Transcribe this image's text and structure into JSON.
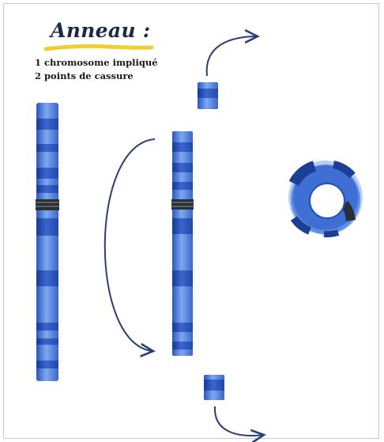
{
  "diagram": {
    "title": "Anneau :",
    "lines": [
      "1 chromosome impliqué",
      "2 points de cassure"
    ],
    "colors": {
      "chromosome_light": "#6b9ae6",
      "chromosome_dark": "#2350b8",
      "band_dark": "#1c3e96",
      "centromere": "#2b2f36",
      "arrow": "#2b3f73",
      "title_underline": "#f1cf2f"
    }
  }
}
